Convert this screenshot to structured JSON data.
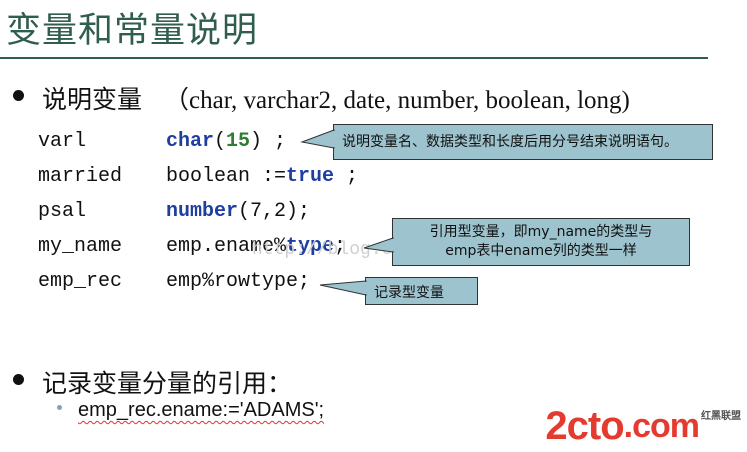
{
  "title": "变量和常量说明",
  "bullet1": {
    "label": "说明变量",
    "types": "（char, varchar2, date, number, boolean, long)"
  },
  "code": [
    {
      "name": "varl",
      "parts": [
        {
          "t": "char",
          "c": "kw"
        },
        {
          "t": "(",
          "c": ""
        },
        {
          "t": "15",
          "c": "num"
        },
        {
          "t": ") ;",
          "c": ""
        }
      ]
    },
    {
      "name": "married",
      "parts": [
        {
          "t": "boolean :=",
          "c": ""
        },
        {
          "t": "true",
          "c": "kw"
        },
        {
          "t": " ;",
          "c": ""
        }
      ]
    },
    {
      "name": "psal",
      "parts": [
        {
          "t": "number",
          "c": "kw"
        },
        {
          "t": "(7,2);",
          "c": ""
        }
      ]
    },
    {
      "name": "my_name",
      "parts": [
        {
          "t": "emp.ename%",
          "c": ""
        },
        {
          "t": "type",
          "c": "kw"
        },
        {
          "t": ";",
          "c": ""
        }
      ]
    },
    {
      "name": "emp_rec",
      "parts": [
        {
          "t": "emp%rowtype;",
          "c": ""
        }
      ]
    }
  ],
  "callouts": {
    "c1": "说明变量名、数据类型和长度后用分号结束说明语句。",
    "c2_line1": "引用型变量，即my_name的类型与",
    "c2_line2": "emp表中ename列的类型一样",
    "c3": "记录型变量"
  },
  "watermark": "http://blog.csdn",
  "bullet2": {
    "label": "记录变量分量的引用：",
    "example": "emp_rec.ename:='ADAMS';"
  },
  "logo": {
    "main": "2cto",
    "suffix": ".com",
    "side": "红黑联盟"
  },
  "colors": {
    "title": "#2f5e4e",
    "callout": "#9cc3ce",
    "keyword": "#1f3fa0",
    "number": "#2e7d32",
    "logo": "#e53a2f"
  }
}
